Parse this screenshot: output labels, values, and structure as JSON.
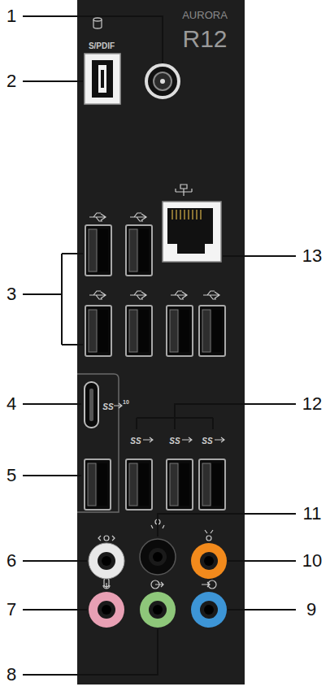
{
  "diagram": {
    "labels": [
      "AURORA",
      "R12",
      "S/PDIF",
      "1",
      "2",
      "3",
      "4",
      "5",
      "6",
      "7",
      "8",
      "9",
      "10",
      "11",
      "12",
      "13",
      "SS",
      "10",
      "SS",
      "SS",
      "SS"
    ]
  }
}
